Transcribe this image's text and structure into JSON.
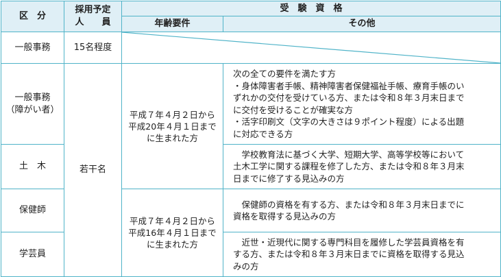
{
  "header": {
    "category": "区　分",
    "recruit_planned_line1": "採用予定",
    "recruit_planned_line2": "人　　員",
    "exam_qualification": "受　験　資　格",
    "age_requirement": "年齢要件",
    "other": "その他"
  },
  "rows": [
    {
      "category": "一般事務",
      "recruit": "15名程度"
    },
    {
      "category_line1": "一般事務",
      "category_line2": "（障がい者）",
      "age": [
        "平成７年４月２日から",
        "平成20年４月１日まで",
        "に生まれた方"
      ],
      "other_lines": [
        "次の全ての要件を満たす方",
        "・身体障害者手帳、精神障害者保健福祉手帳、療育手帳のい",
        "ずれかの交付を受けている方、または令和８年３月末日まで",
        "に交付を受けることが確実な方",
        "・活字印刷文（文字の大きさは９ポイント程度）による出題",
        "に対応できる方"
      ]
    },
    {
      "category": "土　木",
      "other_lines": [
        "　学校教育法に基づく大学、短期大学、高等学校等において",
        "土木工学に関する課程を修了した方、または令和８年３月末",
        "日までに修了する見込みの方"
      ]
    },
    {
      "category": "保健師",
      "age": [
        "平成７年４月２日から",
        "平成16年４月１日まで",
        "に生まれた方"
      ],
      "other_lines": [
        "　保健師の資格を有する方、または令和８年３月末日までに",
        "資格を取得する見込みの方"
      ]
    },
    {
      "category": "学芸員",
      "other_lines": [
        "　近世・近現代に関する専門科目を履修した学芸員資格を有",
        "する方、または令和８年３月末日までに資格を取得する見込",
        "みの方"
      ]
    }
  ],
  "shared": {
    "recruit_rows_2_5": "若干名"
  },
  "colors": {
    "border": "#4fb3c8",
    "header_bg": "#dfeff6",
    "text": "#1f1f1f"
  }
}
